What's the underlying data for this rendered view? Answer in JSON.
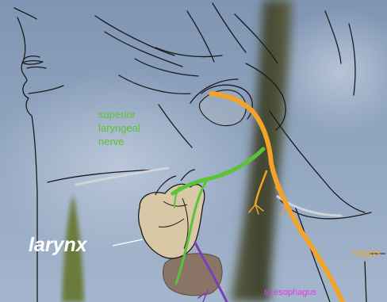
{
  "labels": {
    "superior_laryngeal_nerve": [
      "superior",
      "laryngeal",
      "nerve"
    ],
    "larynx": "larynx",
    "vagus": "vagus",
    "to_esophagus": "to esophagus"
  },
  "colors": {
    "superior_laryngeal_nerve": "#5cc236",
    "vagus": "#f2a32a",
    "larynx": "#d8c8a6",
    "esophageal_branch": "#7b3fb5",
    "to_esophagus_label": "#e23be0",
    "outline": "#1a1a1a",
    "sky_top": "#7f95b3",
    "sky_bottom": "#a4b6cd"
  }
}
